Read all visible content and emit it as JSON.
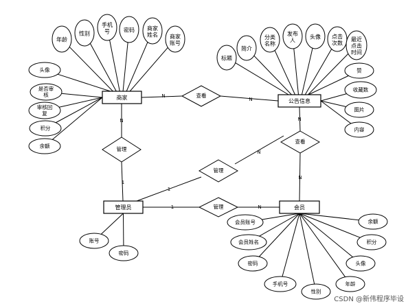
{
  "entities": {
    "merchant": "商家",
    "announcement": "公告信息",
    "admin": "管理员",
    "member": "会员"
  },
  "relationships": {
    "view_top": "查看",
    "view_right": "查看",
    "manage_left": "管理",
    "manage_diag": "管理",
    "manage_bottom": "管理"
  },
  "cardinality": {
    "n": "N",
    "one": "1"
  },
  "merchant_attrs": {
    "top": [
      "年龄",
      "性别",
      "手机\n号",
      "密码",
      "商家\n姓名",
      "商家\n账号"
    ],
    "left": [
      "头像",
      "是否审\n核",
      "审核回\n复",
      "积分",
      "余额"
    ]
  },
  "announcement_attrs": {
    "top": [
      "标题",
      "简介",
      "分类\n名称",
      "发布\n人",
      "头像",
      "点击\n次数",
      "最近\n点击\n时间"
    ],
    "right": [
      "赞",
      "收藏数",
      "图片",
      "内容"
    ]
  },
  "admin_attrs": [
    "账号",
    "密码"
  ],
  "member_attrs": [
    "会员账号",
    "会员姓名",
    "密码",
    "手机号",
    "性别",
    "年龄",
    "头像",
    "积分",
    "余额"
  ],
  "watermark": "CSDN @新伟程序毕设"
}
